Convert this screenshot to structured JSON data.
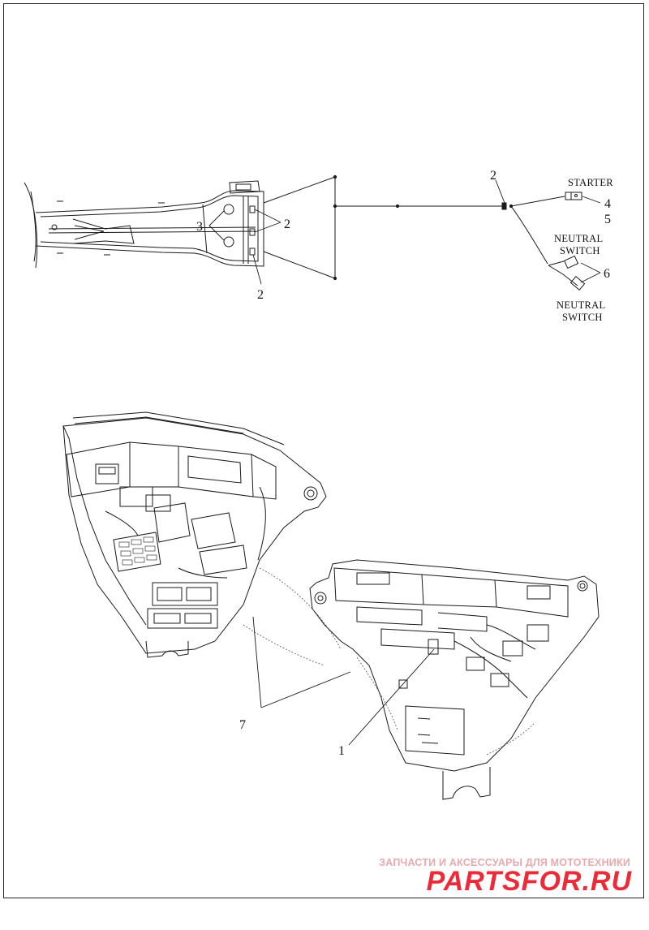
{
  "callouts": {
    "top_2": "2",
    "frame_3": "3",
    "frame_2_right": "2",
    "frame_2_bottom": "2",
    "starter_4": "4",
    "starter_5": "5",
    "neutral_6": "6",
    "housing_7": "7",
    "housing_1": "1"
  },
  "labels": {
    "starter": "STARTER",
    "neutral_switch_top_1": "NEUTRAL",
    "neutral_switch_top_2": "SWITCH",
    "neutral_switch_bottom_1": "NEUTRAL",
    "neutral_switch_bottom_2": "SWITCH"
  },
  "watermark": {
    "tagline": "ЗАПЧАСТИ И АКСЕССУАРЫ ДЛЯ МОТОТЕХНИКИ",
    "logo": "PARTSFOR.RU"
  },
  "colors": {
    "line": "#1a1a1a",
    "dotted": "#555555",
    "watermark_red": "#ec2a38",
    "watermark_pink": "#e8a9ad"
  }
}
